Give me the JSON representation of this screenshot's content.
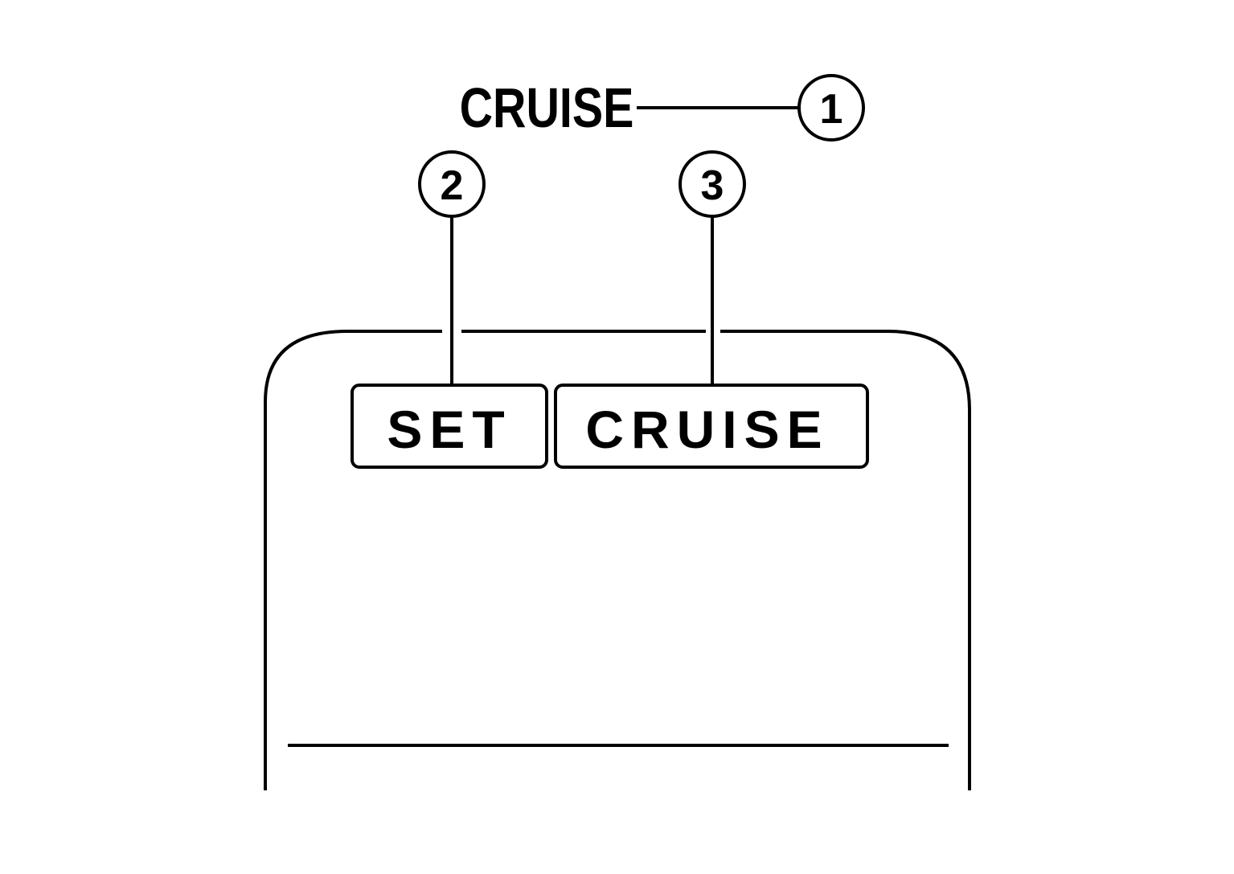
{
  "callouts": {
    "title": "CRUISE",
    "item1": "1",
    "item2": "2",
    "item3": "3"
  },
  "switch": {
    "set_label": "SET",
    "cruise_label": "CRUISE"
  },
  "colors": {
    "stroke": "#000000",
    "background": "#ffffff"
  }
}
